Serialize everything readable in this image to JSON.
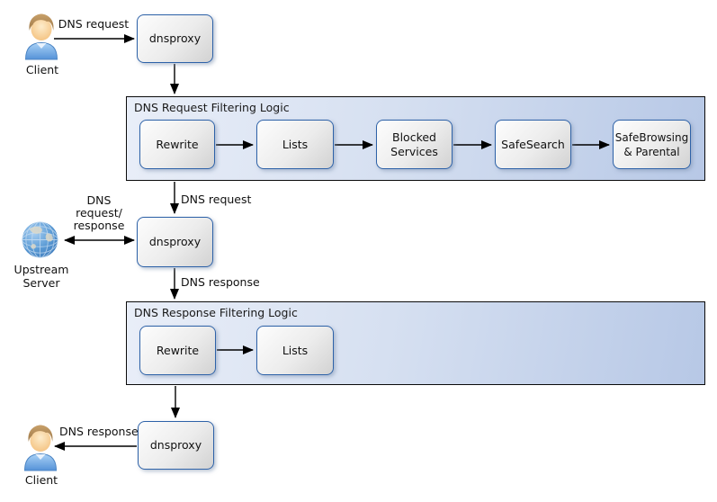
{
  "nodes": {
    "client_top": {
      "label": "Client"
    },
    "client_bottom": {
      "label": "Client"
    },
    "upstream": {
      "label_line1": "Upstream",
      "label_line2": "Server"
    },
    "proxy_top": {
      "label": "dnsproxy"
    },
    "proxy_middle": {
      "label": "dnsproxy"
    },
    "proxy_bottom": {
      "label": "dnsproxy"
    }
  },
  "containers": {
    "request": {
      "title": "DNS Request Filtering Logic",
      "steps": {
        "rewrite": {
          "label": "Rewrite"
        },
        "lists": {
          "label": "Lists"
        },
        "blocked_services": {
          "line1": "Blocked",
          "line2": "Services"
        },
        "safesearch": {
          "label": "SafeSearch"
        },
        "safebrowsing": {
          "line1": "SafeBrowsing",
          "line2": "& Parental"
        }
      }
    },
    "response": {
      "title": "DNS Response Filtering Logic",
      "steps": {
        "rewrite": {
          "label": "Rewrite"
        },
        "lists": {
          "label": "Lists"
        }
      }
    }
  },
  "edge_labels": {
    "client_request": "DNS request",
    "filtered_request": "DNS request",
    "upstream_line1": "DNS",
    "upstream_line2": "request/",
    "upstream_line3": "response",
    "proxy_response": "DNS response",
    "client_response": "DNS response"
  },
  "icons": {
    "client_top": "person-icon",
    "upstream": "globe-icon",
    "client_bottom": "person-icon"
  },
  "colors": {
    "container_fill_left": "#e9eef8",
    "container_fill_right": "#b7c8e6",
    "container_border": "#0b0b0b",
    "node_border": "#2e62a8",
    "node_fill_top": "#fdfdfd",
    "node_fill_bottom": "#d2d2d2",
    "arrow": "#000000",
    "shirt_blue": "#5b9bd5",
    "globe_blue": "#3a76b8"
  }
}
